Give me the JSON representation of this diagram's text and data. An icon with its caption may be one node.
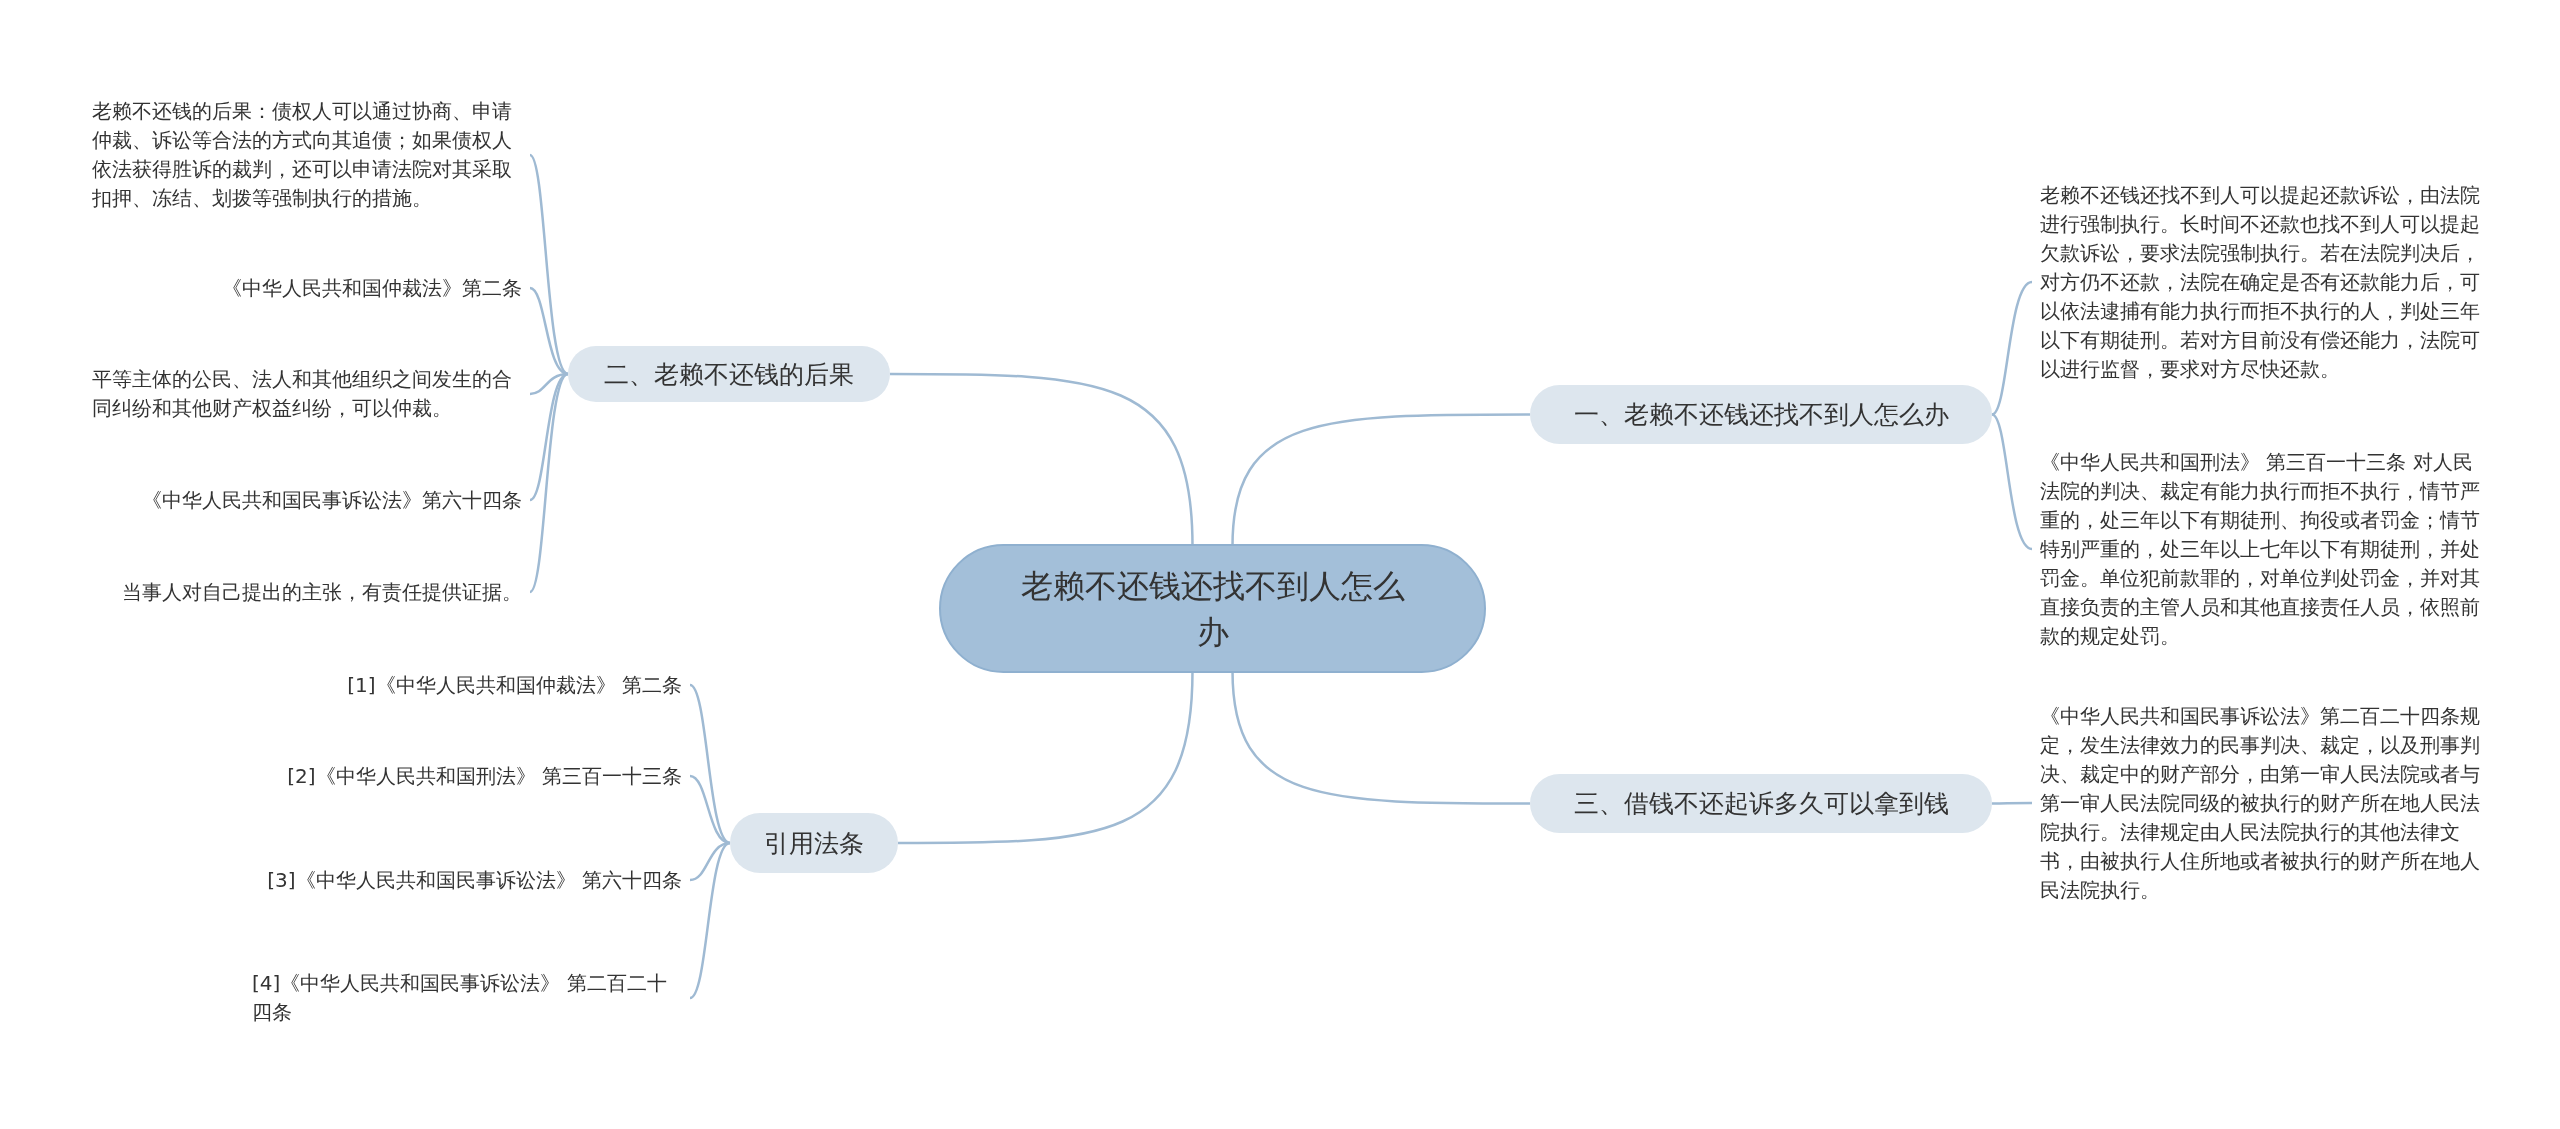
{
  "diagram": {
    "nodes": [
      {
        "text": [
          "老赖不还钱还找不到人怎么办"
        ]
      },
      {
        "text": [
          "二、老赖不还钱的后果"
        ]
      },
      {
        "text": [
          "老赖不还钱的后果：债权人可以通过协商、申请仲裁、诉讼等合法的方式向其追债；如果债权人依法获得胜诉的裁判，还可以申请法院对其采取扣押、冻结、划拨等强制执行的措施。"
        ]
      },
      {
        "text": [
          "《中华人民共和国仲裁法》第二条"
        ]
      },
      {
        "text": [
          "平等主体的公民、法人和其他组织之间发生的合同纠纷和其他财产权益纠纷，可以仲裁。"
        ]
      },
      {
        "text": [
          "《中华人民共和国民事诉讼法》第六十四条"
        ]
      },
      {
        "text": [
          "当事人对自己提出的主张，有责任提供证据。"
        ]
      },
      {
        "text": [
          "引用法条"
        ]
      },
      {
        "text": [
          "[1]《中华人民共和国仲裁法》 第二条"
        ]
      },
      {
        "text": [
          "[2]《中华人民共和国刑法》 第三百一十三条"
        ]
      },
      {
        "text": [
          "[3]《中华人民共和国民事诉讼法》 第六十四条"
        ]
      },
      {
        "text": [
          "[4]《中华人民共和国民事诉讼法》 第二百二十四条"
        ]
      },
      {
        "text": [
          "一、老赖不还钱还找不到人怎么办"
        ]
      },
      {
        "text": [
          "老赖不还钱还找不到人可以提起还款诉讼，由法院进行强制执行。长时间不还款也找不到人可以提起欠款诉讼，要求法院强制执行。若在法院判决后，对方仍不还款，法院在确定是否有还款能力后，可以依法逮捕有能力执行而拒不执行的人，判处三年以下有期徒刑。若对方目前没有偿还能力，法院可以进行监督，要求对方尽快还款。"
        ]
      },
      {
        "text": [
          "《中华人民共和国刑法》 第三百一十三条 对人民法院的判决、裁定有能力执行而拒不执行，情节严重的，处三年以下有期徒刑、拘役或者罚金；情节特别严重的，处三年以上七年以下有期徒刑，并处罚金。单位犯前款罪的，对单位判处罚金，并对其直接负责的主管人员和其他直接责任人员，依照前款的规定处罚。"
        ]
      },
      {
        "text": [
          "三、借钱不还起诉多久可以拿到钱"
        ]
      },
      {
        "text": [
          "《中华人民共和国民事诉讼法》第二百二十四条规定，发生法律效力的民事判决、裁定，以及刑事判决、裁定中的财产部分，由第一审人民法院或者与第一审人民法院同级的被执行的财产所在地人民法院执行。法律规定由人民法院执行的其他法律文书，由被执行人住所地或者被执行的财产所在地人民法院执行。"
        ]
      }
    ],
    "edges": [
      {
        "from": 0,
        "to": 1,
        "arrow": "none"
      },
      {
        "from": 0,
        "to": 7,
        "arrow": "none"
      },
      {
        "from": 0,
        "to": 12,
        "arrow": "none"
      },
      {
        "from": 0,
        "to": 15,
        "arrow": "none"
      },
      {
        "from": 1,
        "to": 2,
        "arrow": "none"
      },
      {
        "from": 1,
        "to": 3,
        "arrow": "none"
      },
      {
        "from": 1,
        "to": 4,
        "arrow": "none"
      },
      {
        "from": 1,
        "to": 5,
        "arrow": "none"
      },
      {
        "from": 1,
        "to": 6,
        "arrow": "none"
      },
      {
        "from": 7,
        "to": 8,
        "arrow": "none"
      },
      {
        "from": 7,
        "to": 9,
        "arrow": "none"
      },
      {
        "from": 7,
        "to": 10,
        "arrow": "none"
      },
      {
        "from": 7,
        "to": 11,
        "arrow": "none"
      },
      {
        "from": 12,
        "to": 13,
        "arrow": "none"
      },
      {
        "from": 12,
        "to": 14,
        "arrow": "none"
      },
      {
        "from": 15,
        "to": 16,
        "arrow": "none"
      }
    ]
  }
}
